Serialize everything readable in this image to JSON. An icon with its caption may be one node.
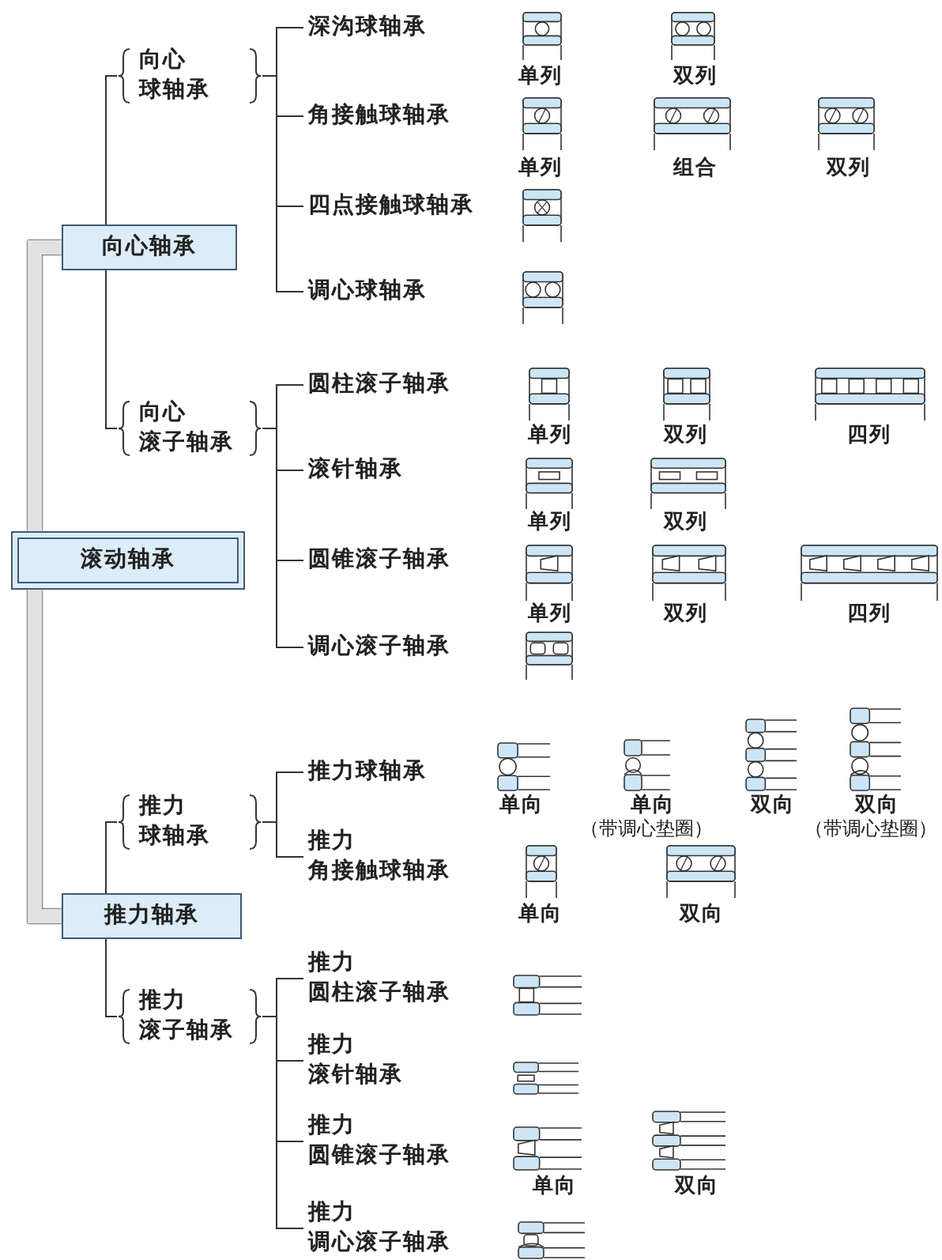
{
  "diagram": {
    "nodes": [
      {
        "text": [
          "滚动轴承"
        ]
      },
      {
        "text": [
          "向心轴承"
        ]
      },
      {
        "text": [
          "推力轴承"
        ]
      },
      {
        "text": [
          "向心球轴承"
        ]
      },
      {
        "text": [
          "向心滚子轴承"
        ]
      },
      {
        "text": [
          "推力球轴承"
        ]
      },
      {
        "text": [
          "推力滚子轴承"
        ]
      },
      {
        "text": [
          "深沟球轴承"
        ]
      },
      {
        "text": [
          "角接触球轴承"
        ]
      },
      {
        "text": [
          "四点接触球轴承"
        ]
      },
      {
        "text": [
          "调心球轴承"
        ]
      },
      {
        "text": [
          "圆柱滚子轴承"
        ]
      },
      {
        "text": [
          "滚针轴承"
        ]
      },
      {
        "text": [
          "圆锥滚子轴承"
        ]
      },
      {
        "text": [
          "调心滚子轴承"
        ]
      },
      {
        "text": [
          "推力球轴承"
        ]
      },
      {
        "text": [
          "推力角接触球轴承"
        ]
      },
      {
        "text": [
          "推力圆柱滚子轴承"
        ]
      },
      {
        "text": [
          "推力滚针轴承"
        ]
      },
      {
        "text": [
          "推力圆锥滚子轴承"
        ]
      },
      {
        "text": [
          "推力调心滚子轴承"
        ]
      }
    ],
    "edges": [
      {
        "from": 0,
        "to": 1,
        "arrow": "none",
        "style": "thick",
        "color": "#e2e2e2"
      },
      {
        "from": 0,
        "to": 2,
        "arrow": "none",
        "style": "thick",
        "color": "#e2e2e2"
      },
      {
        "from": 1,
        "to": 3,
        "arrow": "none"
      },
      {
        "from": 1,
        "to": 4,
        "arrow": "none"
      },
      {
        "from": 2,
        "to": 5,
        "arrow": "none"
      },
      {
        "from": 2,
        "to": 6,
        "arrow": "none"
      },
      {
        "from": 3,
        "to": 7,
        "arrow": "none"
      },
      {
        "from": 3,
        "to": 8,
        "arrow": "none"
      },
      {
        "from": 3,
        "to": 9,
        "arrow": "none"
      },
      {
        "from": 3,
        "to": 10,
        "arrow": "none"
      },
      {
        "from": 4,
        "to": 11,
        "arrow": "none"
      },
      {
        "from": 4,
        "to": 12,
        "arrow": "none"
      },
      {
        "from": 4,
        "to": 13,
        "arrow": "none"
      },
      {
        "from": 4,
        "to": 14,
        "arrow": "none"
      },
      {
        "from": 5,
        "to": 15,
        "arrow": "none"
      },
      {
        "from": 5,
        "to": 16,
        "arrow": "none"
      },
      {
        "from": 6,
        "to": 17,
        "arrow": "none"
      },
      {
        "from": 6,
        "to": 18,
        "arrow": "none"
      },
      {
        "from": 6,
        "to": 19,
        "arrow": "none"
      },
      {
        "from": 6,
        "to": 20,
        "arrow": "none"
      }
    ],
    "labels": [
      "单列",
      "双列",
      "单列",
      "组合",
      "双列",
      "单列",
      "双列",
      "四列",
      "单列",
      "双列",
      "单列",
      "双列",
      "四列",
      "单向",
      "单向",
      "双向",
      "双向",
      "（带调心垫圈）",
      "（带调心垫圈）",
      "单向",
      "双向",
      "单向",
      "双向"
    ]
  }
}
